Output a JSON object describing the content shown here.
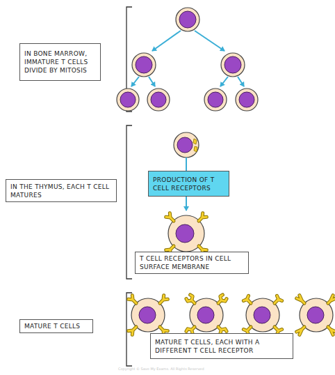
{
  "diagram": {
    "nodes": [
      {
        "text": [
          "IN BONE MARROW, IMMATURE T CELLS DIVIDE BY MITOSIS"
        ]
      },
      {
        "text": [
          "PRODUCTION OF T CELL RECEPTORS"
        ]
      },
      {
        "text": [
          "IN THE THYMUS, EACH T CELL MATURES"
        ]
      },
      {
        "text": [
          "T CELL RECEPTORS IN CELL SURFACE MEMBRANE"
        ]
      },
      {
        "text": [
          "MATURE T CELLS"
        ]
      },
      {
        "text": [
          "MATURE T CELLS, EACH WITH A DIFFERENT T CELL RECEPTOR"
        ]
      }
    ],
    "labels": [
      "Copyright © Save My Exams. All Rights Reserved"
    ]
  }
}
